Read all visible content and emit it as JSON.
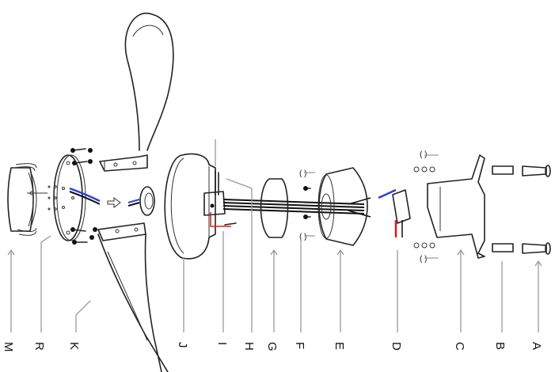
{
  "diagram": {
    "labels": [
      "M",
      "R",
      "K",
      "J",
      "I",
      "H",
      "G",
      "F",
      "E",
      "D",
      "C",
      "B",
      "A"
    ],
    "colors": {
      "wire_blue": "#2a3fd6",
      "wire_red": "#e11b1b",
      "line": "#222222",
      "leader": "#9a9a9a"
    }
  }
}
